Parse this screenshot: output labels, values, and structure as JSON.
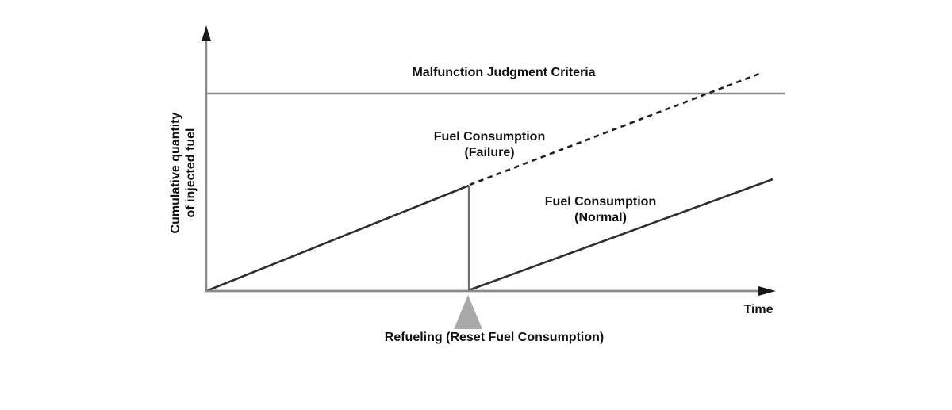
{
  "figure": {
    "y_axis": {
      "label_line1": "Cumulative quantity",
      "label_line2": "of injected fuel"
    },
    "x_axis": {
      "label": "Time"
    },
    "threshold": {
      "label": "Malfunction Judgment Criteria"
    },
    "series_failure": {
      "label_line1": "Fuel Consumption",
      "label_line2": "(Failure)"
    },
    "series_normal": {
      "label_line1": "Fuel Consumption",
      "label_line2": "(Normal)"
    },
    "event": {
      "label": "Refueling (Reset Fuel Consumption)"
    }
  },
  "colors": {
    "background": "#ffffff",
    "axis": "#8a8a8a",
    "threshold_line": "#8a8a8a",
    "consumption_line": "#2e2e2e",
    "failure_dashed_line": "#1f1f1f",
    "reset_drop_line": "#6e6e6e",
    "refuel_marker": "#a9a9a9",
    "arrow": "#1a1a1a",
    "text": "#111111"
  },
  "chart_data": {
    "type": "line",
    "title": "",
    "xlabel": "Time",
    "ylabel": "Cumulative quantity of injected fuel",
    "axis_tick_labels": "none",
    "series": [
      {
        "name": "Malfunction Judgment Criteria",
        "style": "solid gray horizontal threshold line near top of plot"
      },
      {
        "name": "Fuel Consumption (Failure)",
        "style": "dashed black line continuing to rise after refueling, crossing the threshold line"
      },
      {
        "name": "Fuel Consumption (Normal)",
        "style": "solid dark line rising from zero, reset to zero at refueling, rising again below threshold"
      }
    ],
    "annotations": [
      {
        "text": "Refueling (Reset Fuel Consumption)",
        "marker": "gray upward triangle on the time axis at the reset point"
      }
    ]
  }
}
